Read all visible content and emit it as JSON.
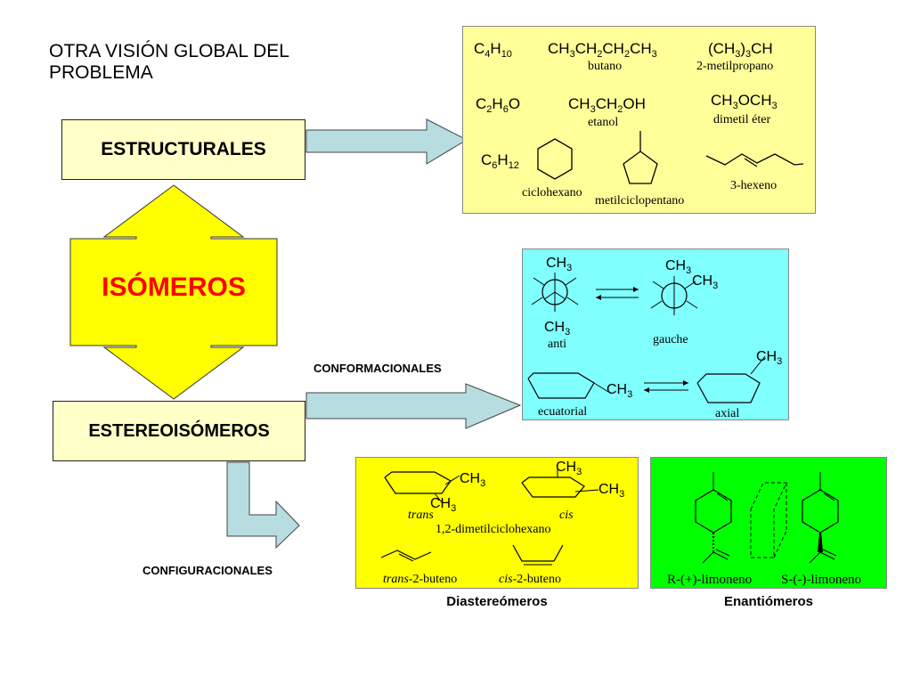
{
  "title": "OTRA VISIÓN GLOBAL DEL PROBLEMA",
  "boxes": {
    "isomeros": "ISÓMEROS",
    "estructurales": "ESTRUCTURALES",
    "estereoisomeros": "ESTEREOISÓMEROS"
  },
  "labels": {
    "conformacionales": "CONFORMACIONALES",
    "configuracionales": "CONFIGURACIONALES",
    "diastereomeros": "Diastereómeros",
    "enantiomeros": "Enantiómeros"
  },
  "structural_panel": {
    "row1": {
      "formula": "C4H10",
      "a": "butano",
      "b": "2-metilpropano"
    },
    "row2": {
      "formula": "C2H6O",
      "a": "etanol",
      "b": "dimetil éter"
    },
    "row3": {
      "formula": "C6H12",
      "a": "ciclohexano",
      "b": "metilciclopentano",
      "c": "3-hexeno"
    }
  },
  "conformational_panel": {
    "anti": "anti",
    "gauche": "gauche",
    "ecuatorial": "ecuatorial",
    "axial": "axial"
  },
  "diastereomer_panel": {
    "trans": "trans",
    "cis": "cis",
    "compound": "1,2-dimetilciclohexano",
    "buteno": "-2-buteno"
  },
  "enantiomer_panel": {
    "r_label": "R-(+)-limoneno",
    "s_label": "S-(-)-limoneno"
  },
  "colors": {
    "isomeros_fill": "#ffff00",
    "isomeros_text": "#ff0000",
    "structural_bg": "#ffff99",
    "conformational_bg": "#80ffff",
    "diastereomer_bg": "#ffff00",
    "enantiomer_bg": "#00ff00",
    "arrow_fill": "#b7dde0"
  }
}
